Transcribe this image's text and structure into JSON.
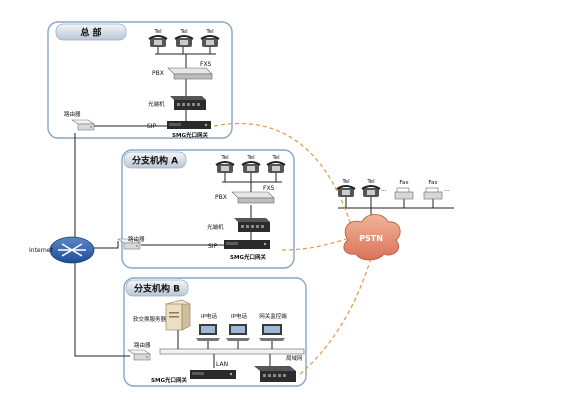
{
  "hq": {
    "title": "总 部",
    "pbx": "PBX",
    "fxs": "FXS",
    "channel_bank": "光端机",
    "sip": "SIP",
    "gateway": "SMG光口网关",
    "router": "路由器"
  },
  "branch_a": {
    "title": "分支机构 A",
    "pbx": "PBX",
    "fxs": "FXS",
    "channel_bank": "光端机",
    "sip": "SIP",
    "gateway": "SMG光口网关",
    "router": "路由器"
  },
  "branch_b": {
    "title": "分支机构 B",
    "softswitch": "软交换服务器",
    "ip_phone_1": "IP电话",
    "ip_phone_2": "IP电话",
    "monitor_pc": "网关监控端",
    "lan_label": "局域网",
    "lan": "LAN",
    "gateway": "SMG光口网关",
    "router": "路由器"
  },
  "tel": "Tel",
  "fax": "Fax",
  "ellipsis": "...",
  "internet": "Internet",
  "pstn": "PSTN",
  "colors": {
    "panel_border": "#8aa4c2",
    "panel_fill": "#ffffff",
    "title_fill": "#cfd8e3",
    "orange_link": "#e0a050",
    "pstn_cloud": "#e48a6a"
  }
}
